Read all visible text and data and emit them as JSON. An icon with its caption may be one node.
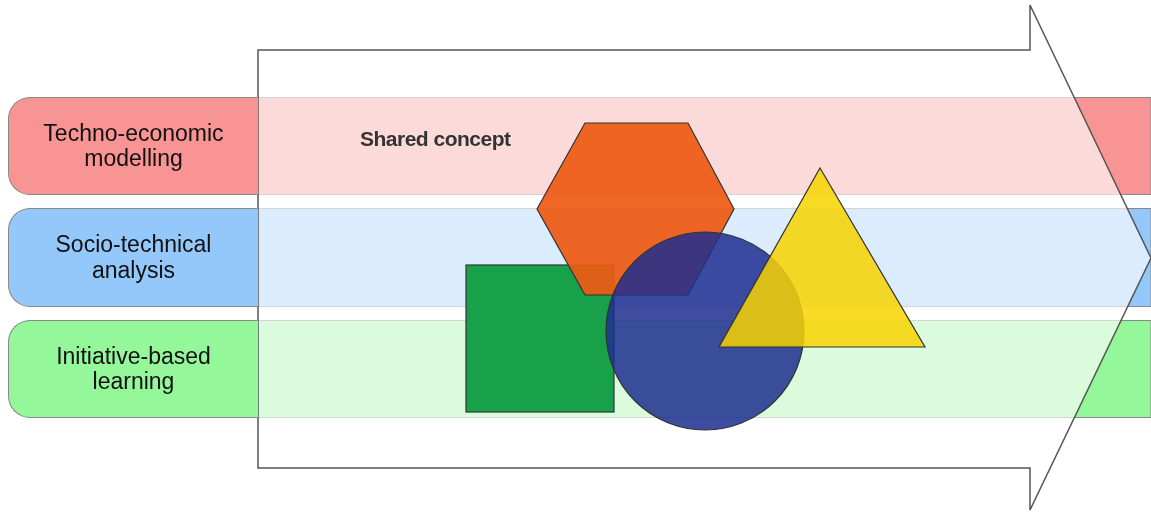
{
  "diagram": {
    "nodes": [
      {
        "text": [
          "Techno-economic modelling"
        ]
      },
      {
        "text": [
          "Socio-technical analysis"
        ]
      },
      {
        "text": [
          "Initiative-based learning"
        ]
      }
    ],
    "edges": [],
    "labels": [
      "Shared concept"
    ]
  }
}
